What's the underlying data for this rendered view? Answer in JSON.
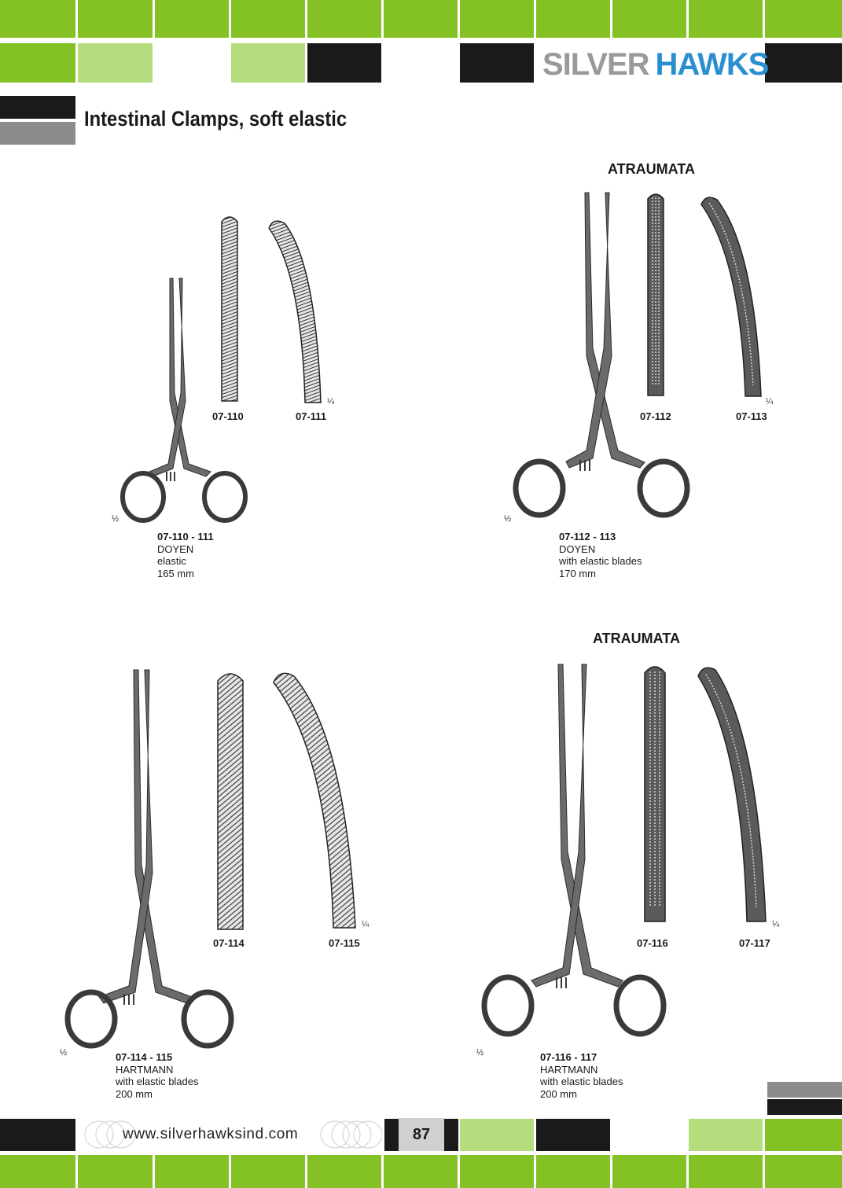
{
  "brand": {
    "logo_silver": "SILVER",
    "logo_hawks": "HAWKS"
  },
  "page": {
    "title": "Intestinal Clamps, soft elastic",
    "number": "87",
    "website": "www.silverhawksind.com"
  },
  "sections": [
    {
      "badge": "",
      "scale": "½",
      "group_code": "07-110 - 111",
      "name": "DOYEN",
      "detail": "elastic",
      "size": "165 mm",
      "jaws": [
        {
          "code": "07-110",
          "scale": ""
        },
        {
          "code": "07-111",
          "scale": "¼"
        }
      ]
    },
    {
      "badge": "ATRAUMATA",
      "scale": "½",
      "group_code": "07-112 - 113",
      "name": "DOYEN",
      "detail": "with elastic blades",
      "size": "170 mm",
      "jaws": [
        {
          "code": "07-112",
          "scale": ""
        },
        {
          "code": "07-113",
          "scale": "¼"
        }
      ]
    },
    {
      "badge": "",
      "scale": "½",
      "group_code": "07-114 - 115",
      "name": "HARTMANN",
      "detail": "with elastic blades",
      "size": "200 mm",
      "jaws": [
        {
          "code": "07-114",
          "scale": ""
        },
        {
          "code": "07-115",
          "scale": "¼"
        }
      ]
    },
    {
      "badge": "ATRAUMATA",
      "scale": "½",
      "group_code": "07-116 - 117",
      "name": "HARTMANN",
      "detail": "with elastic blades",
      "size": "200 mm",
      "jaws": [
        {
          "code": "07-116",
          "scale": ""
        },
        {
          "code": "07-117",
          "scale": "¼"
        }
      ]
    }
  ],
  "colors": {
    "green": "#84c125",
    "light_green": "#b6dd7d",
    "black": "#1a1a1a",
    "gray": "#8c8c8c",
    "logo_gray": "#9a9a9a",
    "logo_blue": "#2a8fd0"
  }
}
